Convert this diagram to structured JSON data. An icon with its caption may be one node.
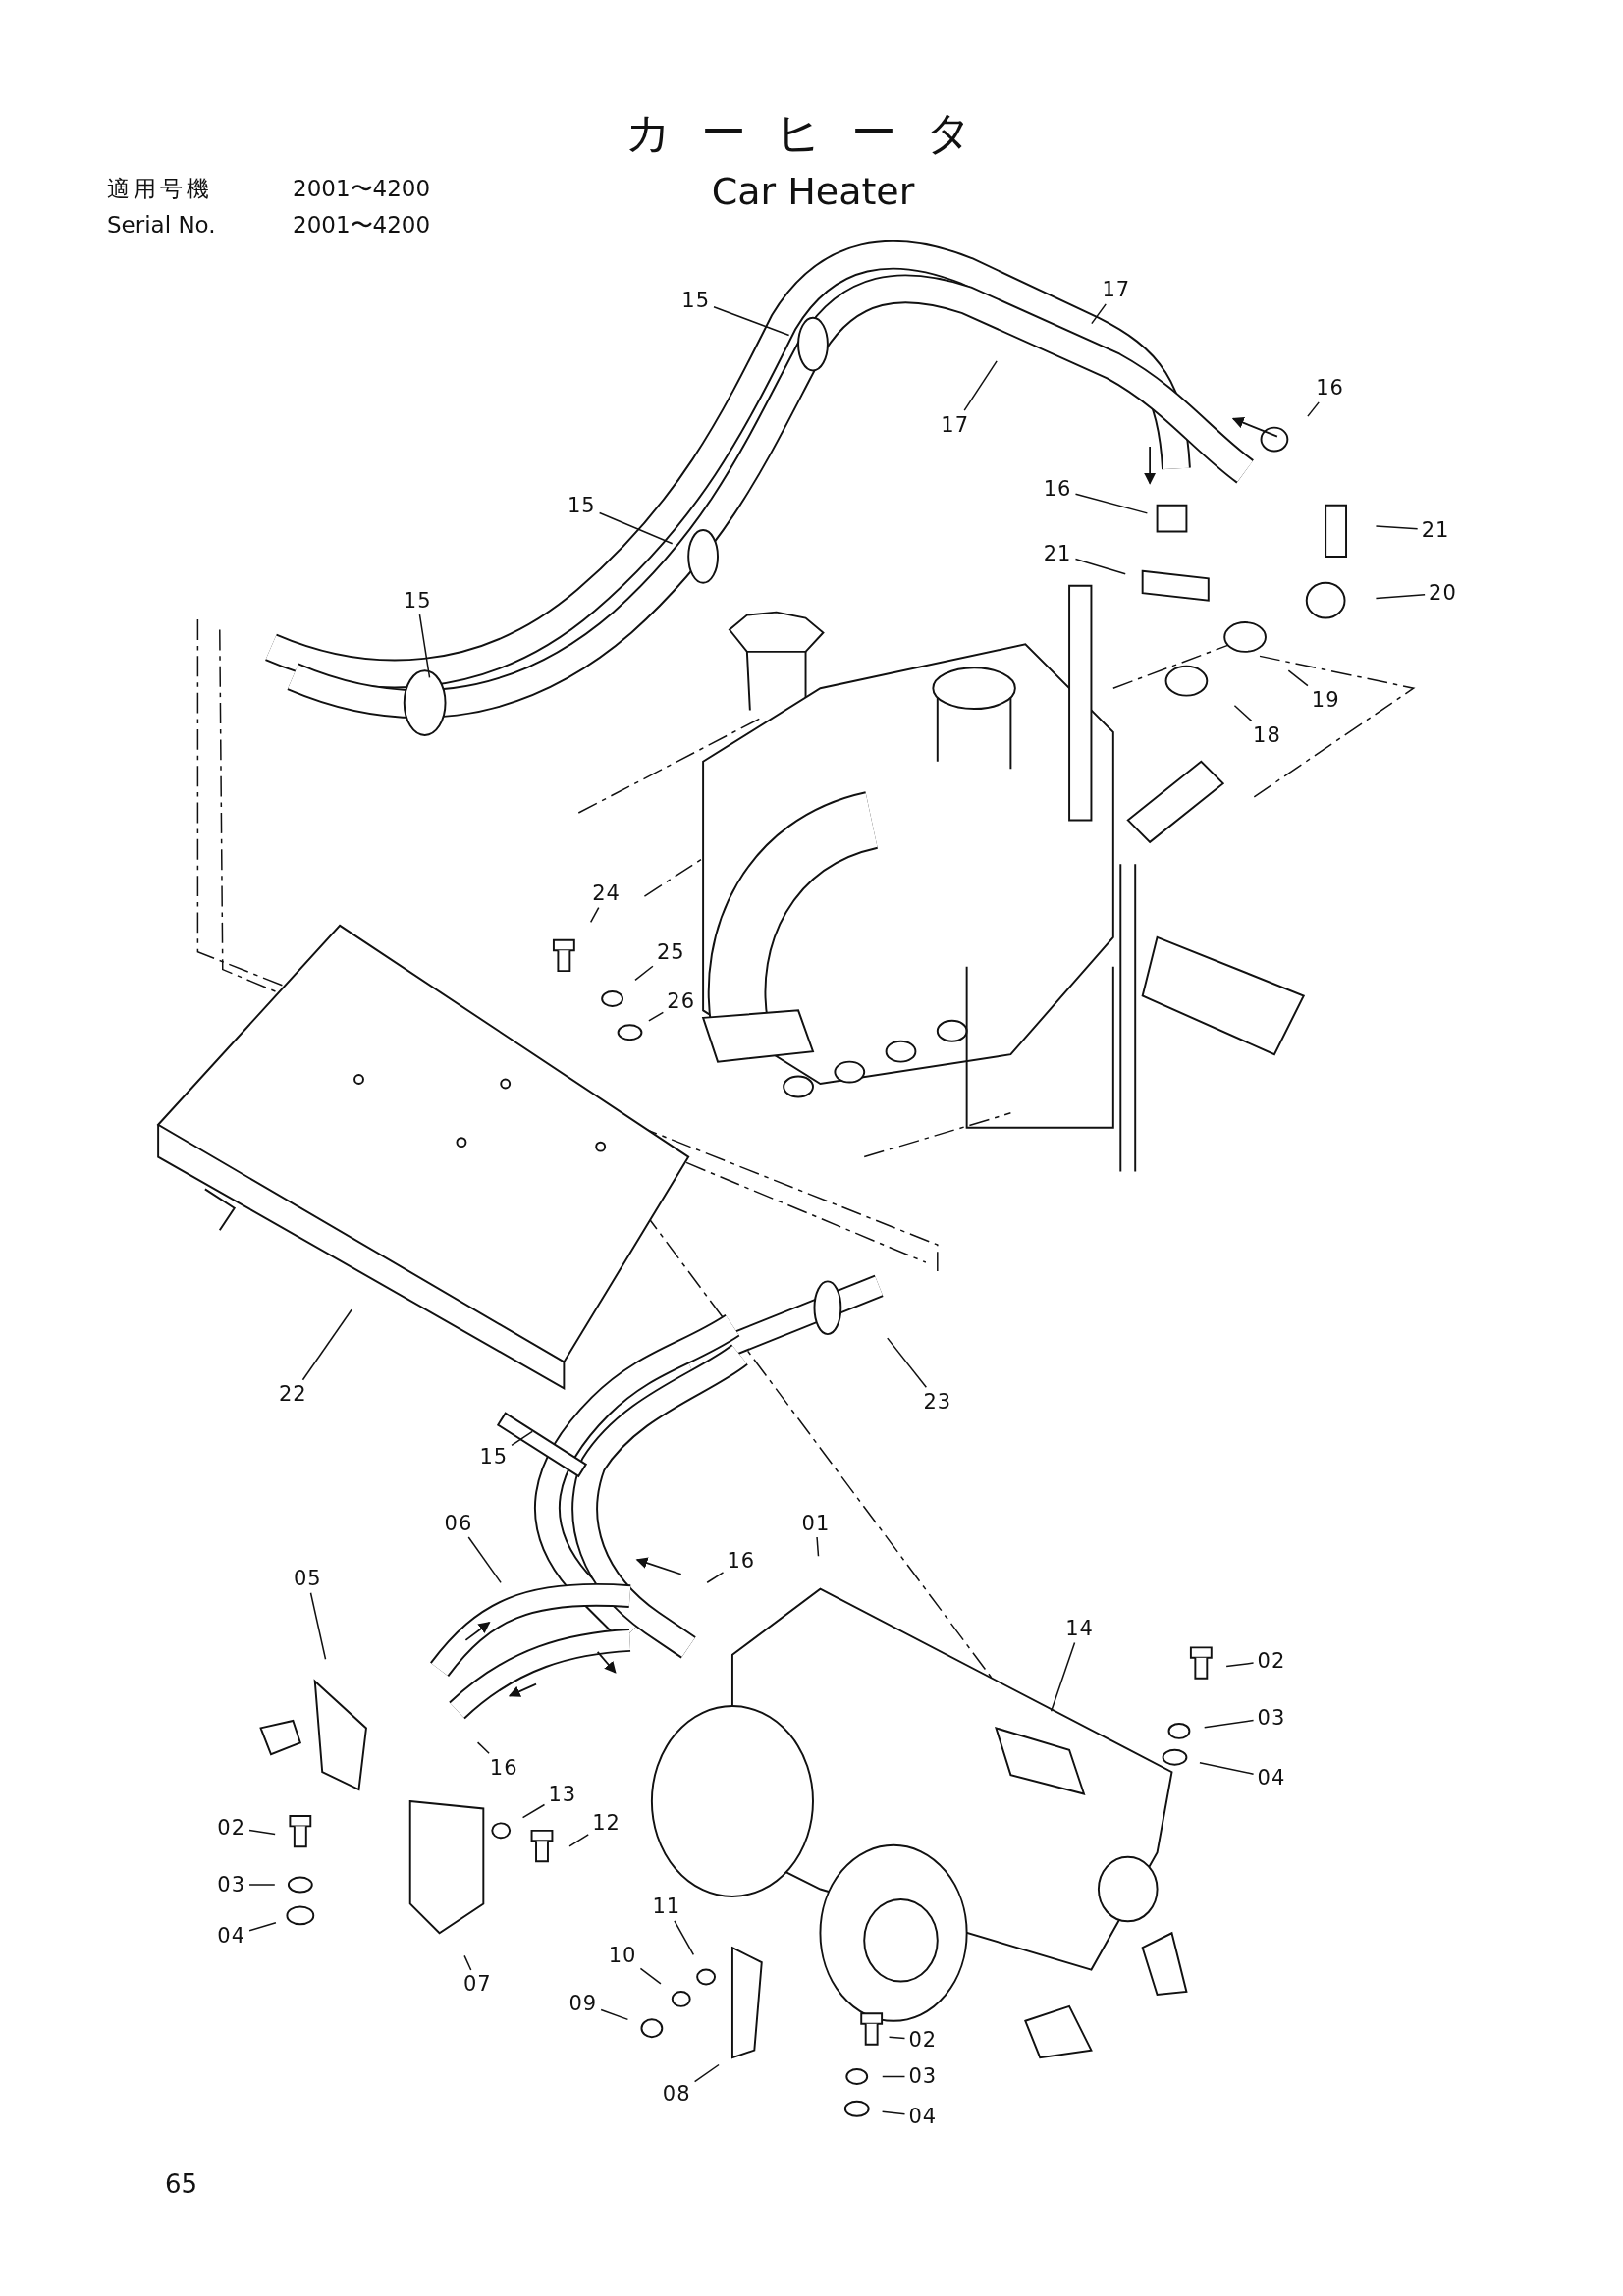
{
  "diagram": {
    "title": "カーヒータ",
    "nodes": [
      {
        "text": [
          "15"
        ]
      },
      {
        "text": [
          "17"
        ]
      },
      {
        "text": [
          "16"
        ]
      },
      {
        "text": [
          "17"
        ]
      },
      {
        "text": [
          "16"
        ]
      },
      {
        "text": [
          "21"
        ]
      },
      {
        "text": [
          "15"
        ]
      },
      {
        "text": [
          "21"
        ]
      },
      {
        "text": [
          "20"
        ]
      },
      {
        "text": [
          "15"
        ]
      },
      {
        "text": [
          "19"
        ]
      },
      {
        "text": [
          "18"
        ]
      },
      {
        "text": [
          "24"
        ]
      },
      {
        "text": [
          "25"
        ]
      },
      {
        "text": [
          "26"
        ]
      },
      {
        "text": [
          "22"
        ]
      },
      {
        "text": [
          "23"
        ]
      },
      {
        "text": [
          "15"
        ]
      },
      {
        "text": [
          "06"
        ]
      },
      {
        "text": [
          "01"
        ]
      },
      {
        "text": [
          "16"
        ]
      },
      {
        "text": [
          "05"
        ]
      },
      {
        "text": [
          "14"
        ]
      },
      {
        "text": [
          "02"
        ]
      },
      {
        "text": [
          "03"
        ]
      },
      {
        "text": [
          "04"
        ]
      },
      {
        "text": [
          "16"
        ]
      },
      {
        "text": [
          "13"
        ]
      },
      {
        "text": [
          "02"
        ]
      },
      {
        "text": [
          "12"
        ]
      },
      {
        "text": [
          "03"
        ]
      },
      {
        "text": [
          "11"
        ]
      },
      {
        "text": [
          "04"
        ]
      },
      {
        "text": [
          "10"
        ]
      },
      {
        "text": [
          "07"
        ]
      },
      {
        "text": [
          "09"
        ]
      },
      {
        "text": [
          "02"
        ]
      },
      {
        "text": [
          "03"
        ]
      },
      {
        "text": [
          "08"
        ]
      },
      {
        "text": [
          "04"
        ]
      }
    ],
    "edges": [
      {
        "from": 0,
        "to": null,
        "arrow": "none"
      },
      {
        "from": 1,
        "to": null,
        "arrow": "none"
      },
      {
        "from": 2,
        "to": null,
        "arrow": "none"
      },
      {
        "from": 3,
        "to": null,
        "arrow": "none"
      },
      {
        "from": 4,
        "to": null,
        "arrow": "none"
      },
      {
        "from": 5,
        "to": null,
        "arrow": "none"
      },
      {
        "from": 6,
        "to": null,
        "arrow": "none"
      },
      {
        "from": 7,
        "to": null,
        "arrow": "none"
      },
      {
        "from": 8,
        "to": null,
        "arrow": "none"
      },
      {
        "from": 9,
        "to": null,
        "arrow": "none"
      },
      {
        "from": 10,
        "to": null,
        "arrow": "none"
      },
      {
        "from": 11,
        "to": null,
        "arrow": "none"
      },
      {
        "from": 12,
        "to": null,
        "arrow": "none"
      },
      {
        "from": 13,
        "to": null,
        "arrow": "none"
      },
      {
        "from": 14,
        "to": null,
        "arrow": "none"
      },
      {
        "from": 15,
        "to": null,
        "arrow": "none"
      },
      {
        "from": 16,
        "to": null,
        "arrow": "none"
      },
      {
        "from": 17,
        "to": null,
        "arrow": "none"
      },
      {
        "from": 18,
        "to": null,
        "arrow": "none"
      },
      {
        "from": 19,
        "to": null,
        "arrow": "none"
      },
      {
        "from": 20,
        "to": null,
        "arrow": "none"
      },
      {
        "from": 21,
        "to": null,
        "arrow": "none"
      },
      {
        "from": 22,
        "to": null,
        "arrow": "none"
      },
      {
        "from": 23,
        "to": null,
        "arrow": "none"
      },
      {
        "from": 24,
        "to": null,
        "arrow": "none"
      },
      {
        "from": 25,
        "to": null,
        "arrow": "none"
      },
      {
        "from": 26,
        "to": null,
        "arrow": "none"
      },
      {
        "from": 27,
        "to": null,
        "arrow": "none"
      },
      {
        "from": 28,
        "to": null,
        "arrow": "none"
      },
      {
        "from": 29,
        "to": null,
        "arrow": "none"
      },
      {
        "from": 30,
        "to": null,
        "arrow": "none"
      },
      {
        "from": 31,
        "to": null,
        "arrow": "none"
      },
      {
        "from": 32,
        "to": null,
        "arrow": "none"
      },
      {
        "from": 33,
        "to": null,
        "arrow": "none"
      },
      {
        "from": 34,
        "to": null,
        "arrow": "none"
      },
      {
        "from": 35,
        "to": null,
        "arrow": "none"
      },
      {
        "from": 36,
        "to": null,
        "arrow": "none"
      },
      {
        "from": 37,
        "to": null,
        "arrow": "none"
      },
      {
        "from": 38,
        "to": null,
        "arrow": "none"
      },
      {
        "from": 39,
        "to": null,
        "arrow": "none"
      }
    ],
    "labels": [
      "Car Heater",
      "適用号機",
      "2001〜4200",
      "Serial No.",
      "2001〜4200",
      "65"
    ]
  }
}
